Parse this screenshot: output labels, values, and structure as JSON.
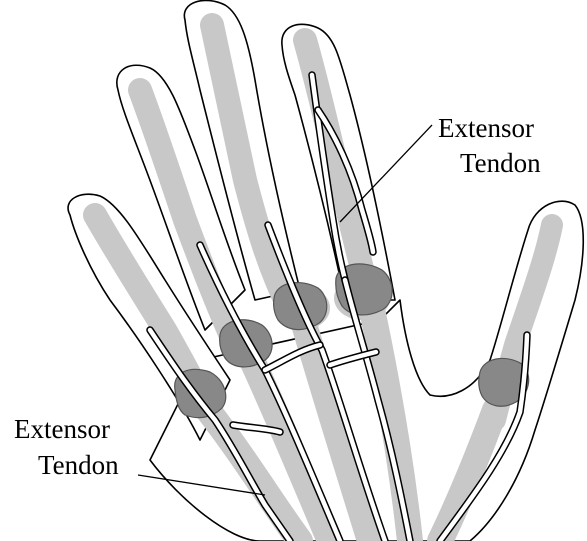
{
  "labels": {
    "upper": {
      "line1": "Extensor",
      "line2": "Tendon"
    },
    "lower": {
      "line1": "Extensor",
      "line2": "Tendon"
    }
  },
  "colors": {
    "outline": "#000000",
    "bone": "#c8c8c8",
    "joint_capsule": "#888888",
    "tendon": "#ffffff"
  }
}
